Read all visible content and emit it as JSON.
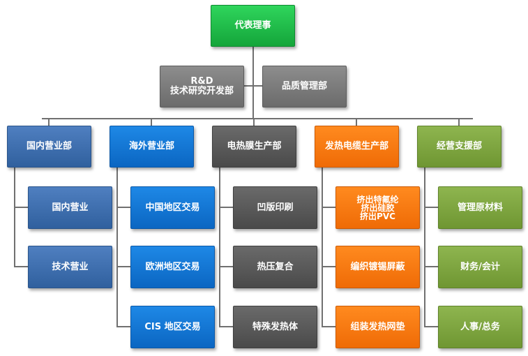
{
  "org_chart": {
    "root": {
      "id": "root",
      "lines": [
        "代表理事"
      ],
      "color": "green"
    },
    "staff": [
      {
        "id": "rnd",
        "lines": [
          "R&D",
          "技术研究开发部"
        ],
        "color": "gray"
      },
      {
        "id": "qm",
        "lines": [
          "品质管理部"
        ],
        "color": "gray"
      }
    ],
    "departments": [
      {
        "id": "domestic",
        "lines": [
          "国内营业部"
        ],
        "color": "navy",
        "children": [
          {
            "lines": [
              "国内营业"
            ]
          },
          {
            "lines": [
              "技术营业"
            ]
          }
        ]
      },
      {
        "id": "overseas",
        "lines": [
          "海外营业部"
        ],
        "color": "blue",
        "children": [
          {
            "lines": [
              "中国地区交易"
            ]
          },
          {
            "lines": [
              "欧洲地区交易"
            ]
          },
          {
            "lines": [
              "CIS 地区交易"
            ]
          }
        ]
      },
      {
        "id": "film",
        "lines": [
          "电热膜生产部"
        ],
        "color": "dark",
        "children": [
          {
            "lines": [
              "凹版印刷"
            ]
          },
          {
            "lines": [
              "热压复合"
            ]
          },
          {
            "lines": [
              "特殊发热体"
            ]
          }
        ]
      },
      {
        "id": "cable",
        "lines": [
          "发热电缆生产部"
        ],
        "color": "orange",
        "children": [
          {
            "lines": [
              "挤出特氟纶",
              "挤出硅胶",
              "挤出PVC"
            ]
          },
          {
            "lines": [
              "编织镀锡屏蔽"
            ]
          },
          {
            "lines": [
              "组装发热网垫"
            ]
          }
        ]
      },
      {
        "id": "support",
        "lines": [
          "经营支援部"
        ],
        "color": "olive",
        "children": [
          {
            "lines": [
              "管理原材料"
            ]
          },
          {
            "lines": [
              "财务/会计"
            ]
          },
          {
            "lines": [
              "人事/总务"
            ]
          }
        ]
      }
    ]
  },
  "colors": {
    "green": "#1fbf47",
    "gray": "#7b7b7b",
    "navy": "#3a6cad",
    "blue": "#1175d6",
    "dark": "#595959",
    "orange": "#f77b12",
    "olive": "#7ea541",
    "connector": "#707070"
  }
}
